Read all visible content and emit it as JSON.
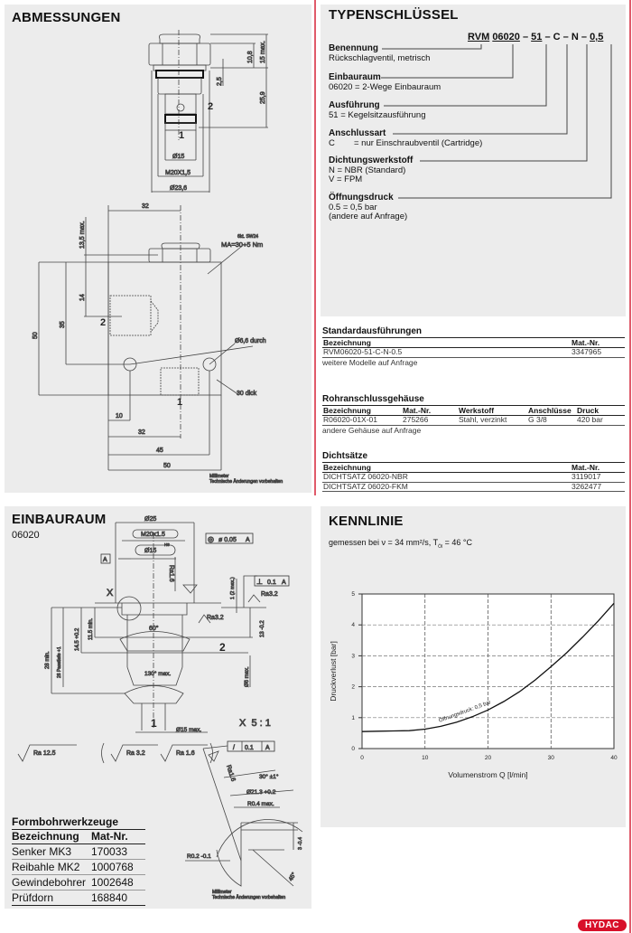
{
  "abmessungen": {
    "title": "ABMESSUNGEN",
    "cartridge_dims": {
      "d15": "Ø15",
      "thread": "M20X1,5",
      "d236": "Ø23,6",
      "h108": "10,8",
      "h15max": "15 max.",
      "h25": "2,5",
      "h259": "25,9",
      "port2": "2",
      "port1": "1"
    },
    "block_dims": {
      "w32_top": "32",
      "h135max": "13,5 max.",
      "h14": "14",
      "h35": "35",
      "h50": "50",
      "w10": "10",
      "w32": "32",
      "w45": "45",
      "w50": "50",
      "sw": "6kt. SW24",
      "torque": "MA=30+5 Nm",
      "hole": "Ø6,6 durch",
      "thick": "30 dick",
      "port2": "2",
      "port1": "1"
    },
    "note1": "Millimeter",
    "note2": "Technische Änderungen vorbehalten"
  },
  "typenschluessel": {
    "title": "TYPENSCHLÜSSEL",
    "code": [
      "RVM",
      "06020",
      "–",
      "51",
      "–",
      "C",
      "–",
      "N",
      "–",
      "0,5"
    ],
    "entries": [
      {
        "label": "Benennung",
        "lines": [
          "Rückschlagventil, metrisch"
        ]
      },
      {
        "label": "Einbauraum",
        "lines": [
          "06020 =  2-Wege Einbauraum"
        ]
      },
      {
        "label": "Ausführung",
        "lines": [
          "51 = Kegelsitzausführung"
        ]
      },
      {
        "label": "Anschlussart",
        "lines": [
          "C        = nur Einschraubventil (Cartridge)"
        ]
      },
      {
        "label": "Dichtungswerkstoff",
        "lines": [
          "N = NBR (Standard)",
          "V = FPM"
        ]
      },
      {
        "label": "Öffnungsdruck",
        "lines": [
          "0.5 = 0,5 bar",
          "(andere auf Anfrage)"
        ]
      }
    ]
  },
  "standard": {
    "title": "Standardausführungen",
    "headers": [
      "Bezeichnung",
      "Mat.-Nr."
    ],
    "rows": [
      [
        "RVM06020-51-C-N-0.5",
        "3347965"
      ]
    ],
    "note": "weitere Modelle auf Anfrage"
  },
  "gehaeuse": {
    "title": "Rohranschlussgehäuse",
    "headers": [
      "Bezeichnung",
      "Mat.-Nr.",
      "Werkstoff",
      "Anschlüsse",
      "Druck"
    ],
    "rows": [
      [
        "R06020-01X-01",
        "275266",
        "Stahl, verzinkt",
        "G 3/8",
        "420 bar"
      ]
    ],
    "note": "andere Gehäuse auf Anfrage"
  },
  "dichtsaetze": {
    "title": "Dichtsätze",
    "headers": [
      "Bezeichnung",
      "Mat.-Nr."
    ],
    "rows": [
      [
        "DICHTSATZ 06020-NBR",
        "3119017"
      ],
      [
        "DICHTSATZ 06020-FKM",
        "3262477"
      ]
    ]
  },
  "einbauraum": {
    "title": "EINBAURAUM",
    "subtitle": "06020",
    "dims": {
      "d25": "Ø25",
      "m20": "M20x1.5",
      "d15h8": "Ø15",
      "h8": "H8",
      "datum": "A",
      "conc_sym": "◎",
      "conc_val": "ø 0.05",
      "conc_ref": "A",
      "ra16": "Ra1.6",
      "x": "X",
      "perp_sym": "⊥",
      "perp_val": "0.1",
      "perp_ref": "A",
      "h1": "1 (2 max.)",
      "ra32a": "Ra3.2",
      "ra32b": "Ra3.2",
      "a60": "60°",
      "h115": "11.5 min.",
      "h145": "14.5 +0.2",
      "h28": "28 min.",
      "h26": "26 Passtiefe +1",
      "h13": "13 -0.2",
      "d6": "Ø6 max.",
      "a130": "130° max.",
      "port2": "2",
      "port1": "1",
      "d15max": "Ø15 max."
    },
    "scale": "X  5 : 1",
    "ra_symbols": [
      "Ra 12.5",
      "Ra 3.2",
      "Ra 1.6"
    ],
    "detail": {
      "runout_sym": "/",
      "runout_val": "0.1",
      "runout_ref": "A",
      "ra16": "Ra1.6",
      "a30": "30° ±1°",
      "d213": "Ø21.3 +0.2",
      "r04": "R0.4 max.",
      "r02": "R0.2 -0.1",
      "h3": "3 -0.4",
      "a45": "45°"
    },
    "note1": "Millimeter",
    "note2": "Technische Änderungen vorbehalten"
  },
  "tools": {
    "title": "Formbohrwerkzeuge",
    "headers": [
      "Bezeichnung",
      "Mat-Nr."
    ],
    "rows": [
      [
        "Senker MK3",
        "170033"
      ],
      [
        "Reibahle MK2",
        "1000768"
      ],
      [
        "Gewindebohrer",
        "1002648"
      ],
      [
        "Prüfdorn",
        "168840"
      ]
    ]
  },
  "kennlinie": {
    "title": "KENNLINIE",
    "subtitle": "gemessen bei ν = 34 mm²/s, T",
    "subtitle_sub": "Öl",
    "subtitle_end": " = 46 °C"
  },
  "chart_data": {
    "type": "line",
    "title": "",
    "xlabel": "Volumenstrom Q [l/min]",
    "ylabel": "Druckverlust [bar]",
    "xlim": [
      0,
      40
    ],
    "ylim": [
      0,
      5
    ],
    "xticks": [
      0,
      10,
      20,
      30,
      40
    ],
    "yticks": [
      0,
      1,
      2,
      3,
      4,
      5
    ],
    "grid": true,
    "series": [
      {
        "name": "Öffnungsdruck: 0,5 bar",
        "x": [
          0,
          2.5,
          5,
          7.5,
          10,
          12.5,
          15,
          17.5,
          20,
          22.5,
          25,
          27.5,
          30,
          32.5,
          35,
          37.5,
          40
        ],
        "y": [
          0.55,
          0.56,
          0.57,
          0.58,
          0.63,
          0.72,
          0.85,
          1.03,
          1.25,
          1.52,
          1.84,
          2.22,
          2.65,
          3.1,
          3.6,
          4.13,
          4.7
        ]
      }
    ],
    "annotation": "Öffnungsdruck: 0,5 bar"
  },
  "brand": "HYDAC",
  "colors": {
    "panel": "#ececec",
    "accent": "#e05a6a",
    "brand": "#d8102a"
  }
}
